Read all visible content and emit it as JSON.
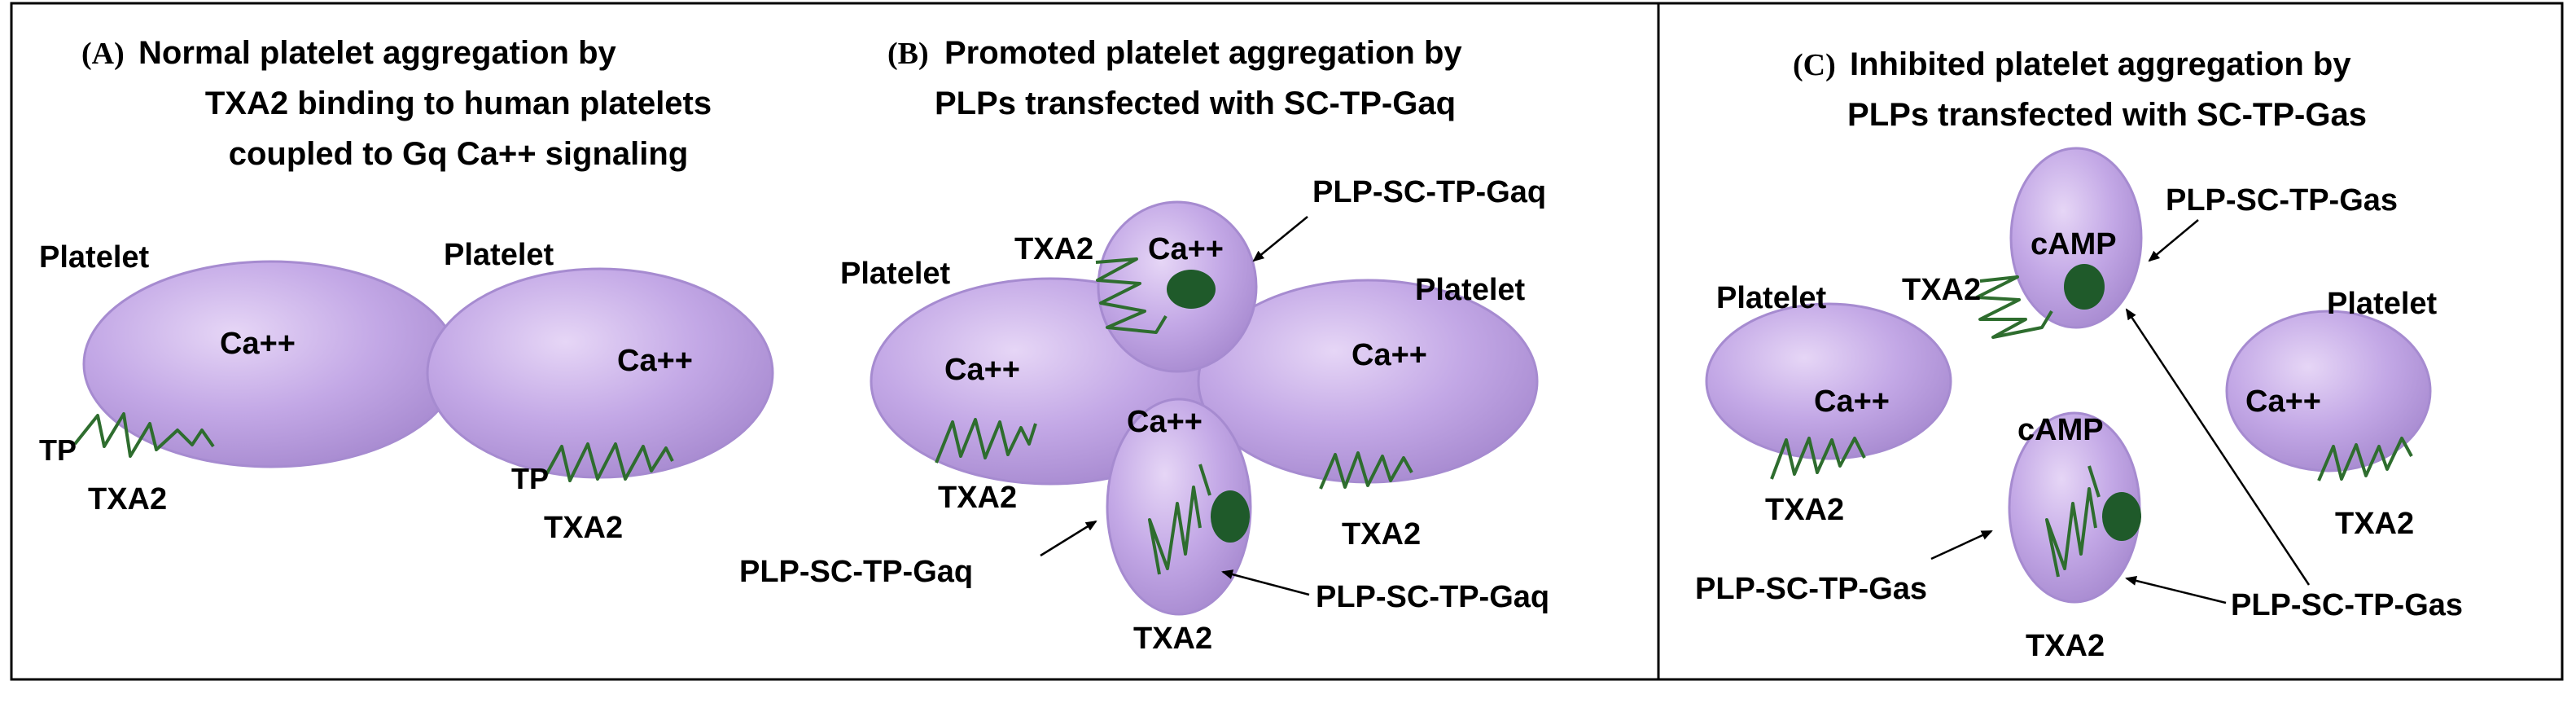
{
  "colors": {
    "cell_fill_light": "#e6d6f6",
    "cell_fill_mid": "#c3a8e6",
    "cell_fill_dark": "#a78ad0",
    "cell_stroke": "#a68bd0",
    "receptor": "#2e6d2e",
    "g_protein": "#1f5a2a",
    "border": "#000000"
  },
  "panels": {
    "a": {
      "letter": "(A)",
      "title_lines": [
        "Normal platelet aggregation by",
        "TXA2 binding to human platelets",
        "coupled to Gq Ca++ signaling"
      ],
      "platelet_left": {
        "label": "Platelet",
        "ion": "Ca++",
        "receptor_label": "TP",
        "ligand": "TXA2"
      },
      "platelet_right": {
        "label": "Platelet",
        "ion": "Ca++",
        "receptor_label": "TP",
        "ligand": "TXA2"
      }
    },
    "b": {
      "letter": "(B)",
      "title_lines": [
        "Promoted platelet aggregation by",
        "PLPs transfected with SC-TP-Gaq"
      ],
      "platelet_left": {
        "label": "Platelet",
        "ion": "Ca++",
        "ligand": "TXA2"
      },
      "platelet_right": {
        "label": "Platelet",
        "ion": "Ca++",
        "ligand": "TXA2"
      },
      "plp_top": {
        "ion": "Ca++",
        "ligand": "TXA2",
        "callout": "PLP-SC-TP-Gaq"
      },
      "plp_bottom": {
        "ion": "Ca++",
        "ligand": "TXA2",
        "callout_left": "PLP-SC-TP-Gaq",
        "callout_right": "PLP-SC-TP-Gaq"
      }
    },
    "c": {
      "letter": "(C)",
      "title_lines": [
        "Inhibited platelet aggregation by",
        "PLPs transfected with SC-TP-Gas"
      ],
      "platelet_left": {
        "label": "Platelet",
        "ion": "Ca++",
        "ligand": "TXA2"
      },
      "platelet_right": {
        "label": "Platelet",
        "ion": "Ca++",
        "ligand": "TXA2"
      },
      "plp_top": {
        "messenger": "cAMP",
        "ligand": "TXA2",
        "callout": "PLP-SC-TP-Gas"
      },
      "plp_bottom": {
        "messenger": "cAMP",
        "ligand": "TXA2",
        "callout_left": "PLP-SC-TP-Gas",
        "callout_right": "PLP-SC-TP-Gas"
      }
    }
  }
}
